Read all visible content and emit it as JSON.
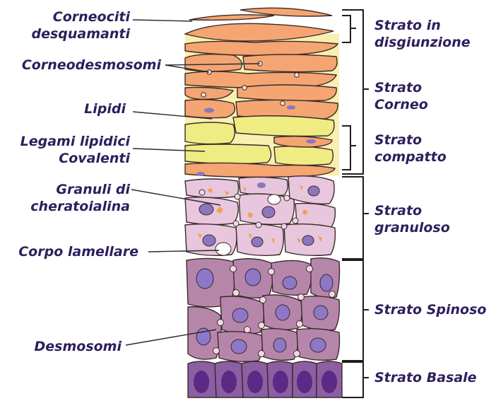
{
  "colors": {
    "corneocyte": "#f4a572",
    "lipid_matrix": "#f9efb0",
    "compact_cell": "#f0ec84",
    "granular_cell": "#e8c6dd",
    "granular_nucleus": "#8c76bd",
    "keratohyalin": "#f1a04d",
    "spinous_cell": "#b686aa",
    "spinous_nucleus": "#8d77c6",
    "basal_cell": "#8c5ea2",
    "basal_nucleus": "#5a2a84",
    "desmosome": "#f1d9e4",
    "label_text": "#2f1e5c"
  },
  "left_labels": {
    "desquamating_line1": "Corneociti",
    "desquamating_line2": "desquamanti",
    "corneodesmosomes": "Corneodesmosomi",
    "lipids": "Lipidi",
    "covalent_line1": "Legami lipidici",
    "covalent_line2": "Covalenti",
    "keratohyalin_line1": "Granuli di",
    "keratohyalin_line2": "cheratoialina",
    "lamellar_body": "Corpo lamellare",
    "desmosomes": "Desmosomi"
  },
  "right_labels": {
    "disjunction_line1": "Strato in",
    "disjunction_line2": "disgiunzione",
    "corneum_line1": "Strato",
    "corneum_line2": "Corneo",
    "compact_line1": "Strato",
    "compact_line2": "compatto",
    "granulosum_line1": "Strato",
    "granulosum_line2": "granuloso",
    "spinosum": "Strato Spinoso",
    "basale": "Strato Basale"
  }
}
